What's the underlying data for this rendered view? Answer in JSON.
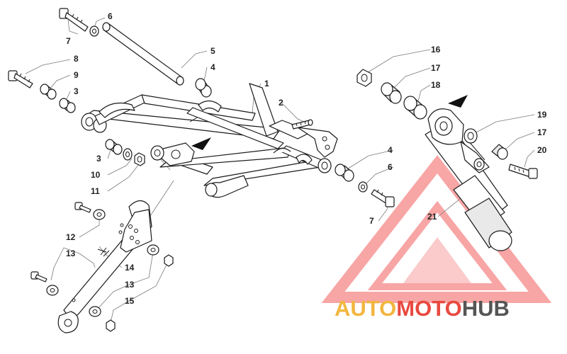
{
  "callouts": [
    {
      "n": "1"
    },
    {
      "n": "2"
    },
    {
      "n": "3"
    },
    {
      "n": "3"
    },
    {
      "n": "4"
    },
    {
      "n": "4"
    },
    {
      "n": "5"
    },
    {
      "n": "6"
    },
    {
      "n": "6"
    },
    {
      "n": "7"
    },
    {
      "n": "7"
    },
    {
      "n": "8"
    },
    {
      "n": "9"
    },
    {
      "n": "10"
    },
    {
      "n": "11"
    },
    {
      "n": "12"
    },
    {
      "n": "13"
    },
    {
      "n": "13"
    },
    {
      "n": "14"
    },
    {
      "n": "15"
    },
    {
      "n": "16"
    },
    {
      "n": "17"
    },
    {
      "n": "17"
    },
    {
      "n": "18"
    },
    {
      "n": "19"
    },
    {
      "n": "20"
    },
    {
      "n": "21"
    }
  ],
  "watermark": {
    "part1": "AUTO",
    "part2": "MOTO",
    "part3": "HUB",
    "colors": {
      "auto": "#f2b640",
      "moto": "#e8493f",
      "hub": "#555555",
      "triangle": "#f03a3a"
    }
  }
}
